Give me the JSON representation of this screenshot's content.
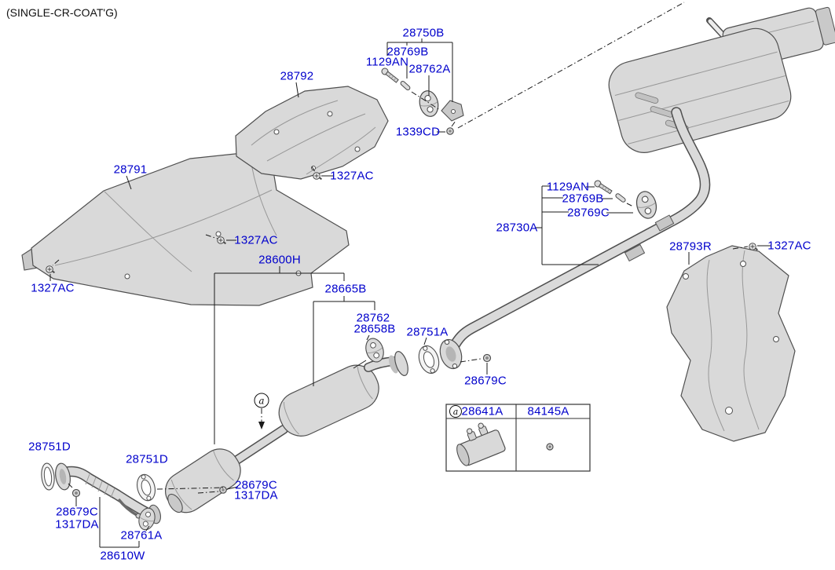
{
  "title": "(SINGLE-CR-COAT'G)",
  "callout_marker": "a",
  "colors": {
    "label_blue": "#0000cc",
    "line_black": "#1a1a1a",
    "part_gray": "#d9d9d9"
  },
  "labels": [
    {
      "part": "28750B",
      "text": "28750B"
    },
    {
      "part": "28769B",
      "text": "28769B"
    },
    {
      "part": "1129AN",
      "text": "1129AN"
    },
    {
      "part": "28762A",
      "text": "28762A"
    },
    {
      "part": "1339CD",
      "text": "1339CD"
    },
    {
      "part": "28792",
      "text": "28792"
    },
    {
      "part": "1327AC",
      "text": "1327AC"
    },
    {
      "part": "28791",
      "text": "28791"
    },
    {
      "part": "1327AC",
      "text": "1327AC"
    },
    {
      "part": "1327AC",
      "text": "1327AC"
    },
    {
      "part": "28600H",
      "text": "28600H"
    },
    {
      "part": "28665B",
      "text": "28665B"
    },
    {
      "part": "28762",
      "text": "28762"
    },
    {
      "part": "28658B",
      "text": "28658B"
    },
    {
      "part": "28751A",
      "text": "28751A"
    },
    {
      "part": "28679C",
      "text": "28679C"
    },
    {
      "part": "1129AN",
      "text": "1129AN"
    },
    {
      "part": "28769B",
      "text": "28769B"
    },
    {
      "part": "28769C",
      "text": "28769C"
    },
    {
      "part": "28730A",
      "text": "28730A"
    },
    {
      "part": "28793R",
      "text": "28793R"
    },
    {
      "part": "1327AC",
      "text": "1327AC"
    },
    {
      "part": "28751D",
      "text": "28751D"
    },
    {
      "part": "28751D",
      "text": "28751D"
    },
    {
      "part": "28679C",
      "text": "28679C"
    },
    {
      "part": "1317DA",
      "text": "1317DA"
    },
    {
      "part": "28761A",
      "text": "28761A"
    },
    {
      "part": "28610W",
      "text": "28610W"
    },
    {
      "part": "28679C",
      "text": "28679C"
    },
    {
      "part": "1317DA",
      "text": "1317DA"
    }
  ],
  "inset": {
    "marker": "a",
    "col1": "28641A",
    "col2": "84145A"
  }
}
